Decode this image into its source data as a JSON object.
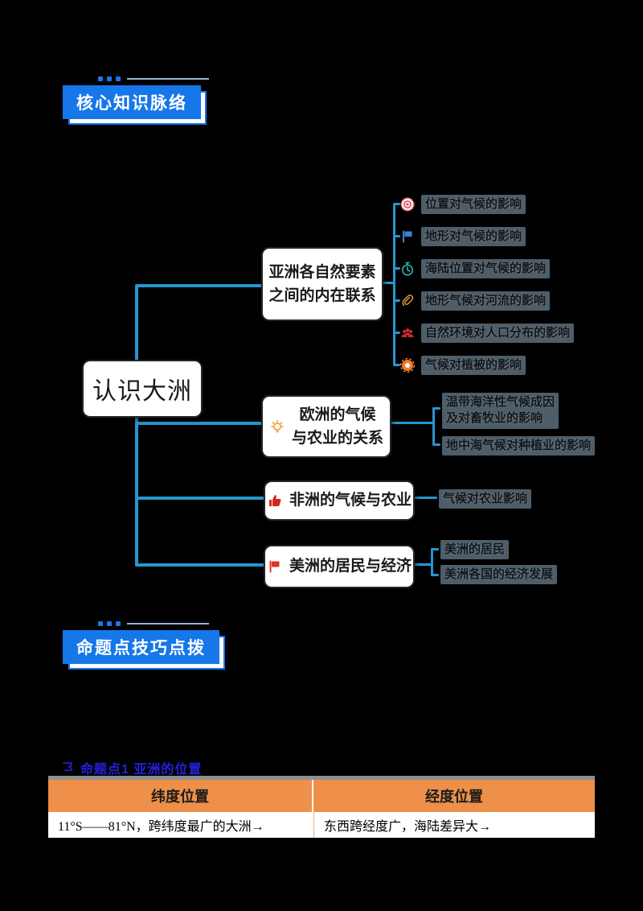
{
  "sections": {
    "badge1": "核心知识脉络",
    "badge2": "命题点技巧点拨"
  },
  "mindmap": {
    "root": "认识大洲",
    "branches": [
      {
        "label": "亚洲各自然要素\n之间的内在联系",
        "children": [
          {
            "icon": "seal-icon",
            "text": "位置对气候的影响"
          },
          {
            "icon": "blue-flag-icon",
            "text": "地形对气候的影响"
          },
          {
            "icon": "stopwatch-icon",
            "text": "海陆位置对气候的影响"
          },
          {
            "icon": "paperclip-icon",
            "text": "地形气候对河流的影响"
          },
          {
            "icon": "people-icon",
            "text": "自然环境对人口分布的影响"
          },
          {
            "icon": "gear-icon",
            "text": "气候对植被的影响"
          }
        ]
      },
      {
        "label": "欧洲的气候\n与农业的关系",
        "icon": "lightbulb-icon",
        "children": [
          {
            "text": "温带海洋性气候成因\n及对畜牧业的影响"
          },
          {
            "text": "地中海气候对种植业的影响"
          }
        ]
      },
      {
        "label": "非洲的气候与农业",
        "icon": "thumbs-up-icon",
        "children": [
          {
            "text": "气候对农业影响"
          }
        ]
      },
      {
        "label": "美洲的居民与经济",
        "icon": "red-flag-icon",
        "children": [
          {
            "text": "美洲的居民"
          },
          {
            "text": "美洲各国的经济发展"
          }
        ]
      }
    ]
  },
  "proposition": {
    "icon": "pennant-icon",
    "text": "命题点1 亚洲的位置"
  },
  "table": {
    "headers": [
      "纬度位置",
      "经度位置"
    ],
    "row": [
      "11°S——81°N，跨纬度最广的大洲→",
      "东西跨经度广，海陆差异大→"
    ]
  },
  "colors": {
    "badge_blue": "#1677e8",
    "connector_blue": "#2596d1",
    "leaf_bar_bg": "#4e5d68",
    "table_header_bg": "#ee8f4a",
    "heading_blue": "#2420dd",
    "page_bg": "#000000"
  }
}
